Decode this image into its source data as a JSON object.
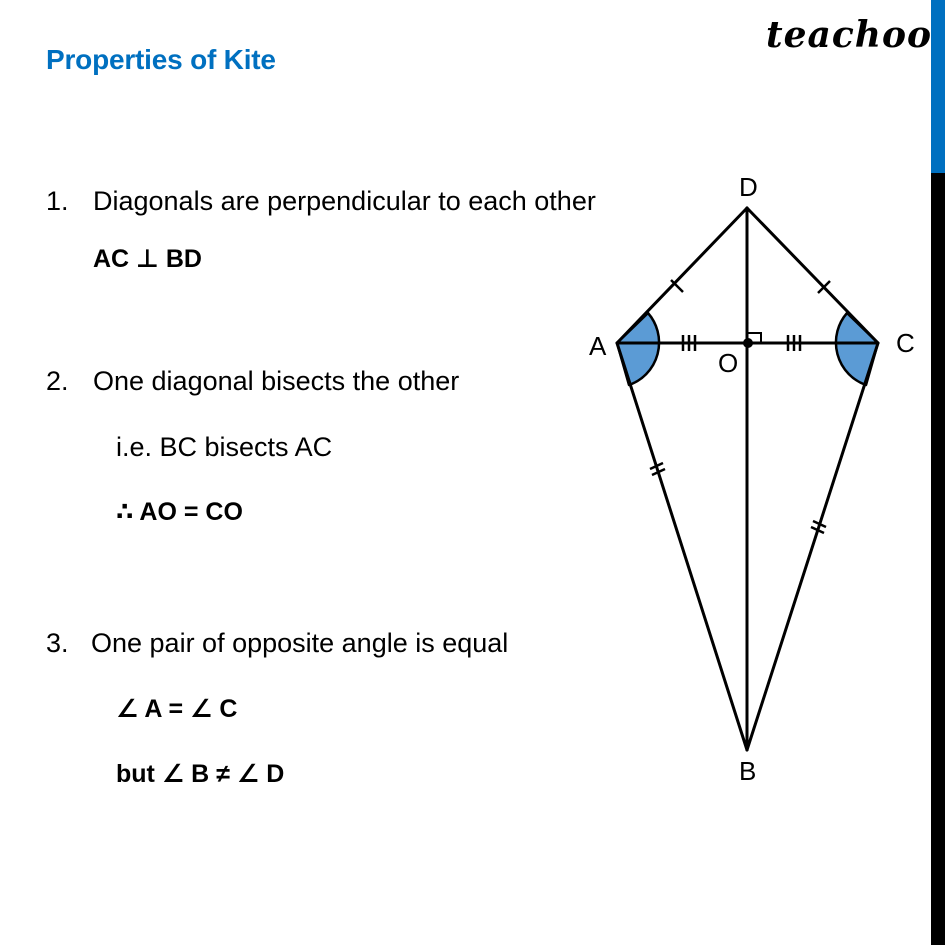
{
  "header": {
    "title": "Properties of Kite",
    "logo": "teachoo"
  },
  "colors": {
    "title": "#0070c0",
    "edge_bar_top": "#0070c0",
    "edge_bar_bottom": "#000000",
    "angle_fill": "#5b9bd5"
  },
  "properties": [
    {
      "number": "1.",
      "text": "Diagonals are perpendicular to each other",
      "details": [
        "AC ⊥ BD"
      ]
    },
    {
      "number": "2.",
      "text": "One diagonal bisects the other",
      "details": [
        "i.e. BC bisects AC",
        "∴ AO = CO"
      ]
    },
    {
      "number": "3.",
      "text": "One pair of opposite angle is equal",
      "details": [
        "∠ A = ∠ C",
        "but ∠ B ≠ ∠ D"
      ]
    }
  ],
  "diagram": {
    "labels": {
      "A": "A",
      "B": "B",
      "C": "C",
      "D": "D",
      "O": "O"
    }
  }
}
